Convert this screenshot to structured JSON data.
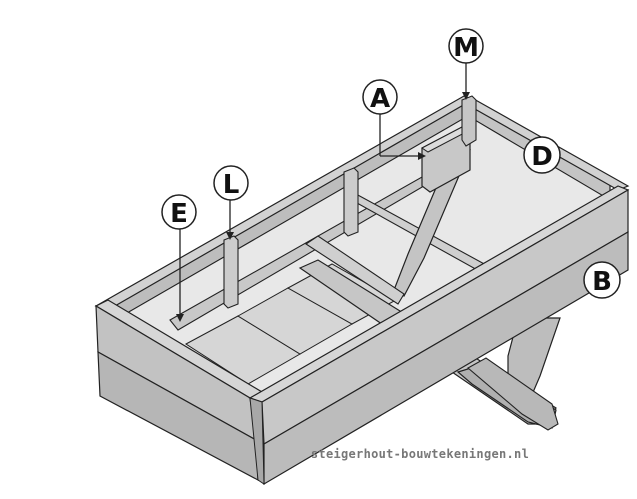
{
  "diagram": {
    "labels": {
      "M": "M",
      "A": "A",
      "D": "D",
      "L": "L",
      "E": "E",
      "B": "B"
    },
    "watermark": "steigerhout-bouwtekeningen.nl",
    "colors": {
      "wood_top": "#c8c8c8",
      "wood_side": "#bdbdbd",
      "wood_dark": "#9a9a9a",
      "interior_floor": "#e6e6e6",
      "plank": "#d8d8d8",
      "outline": "#222222",
      "callout_fill": "#ffffff"
    }
  }
}
